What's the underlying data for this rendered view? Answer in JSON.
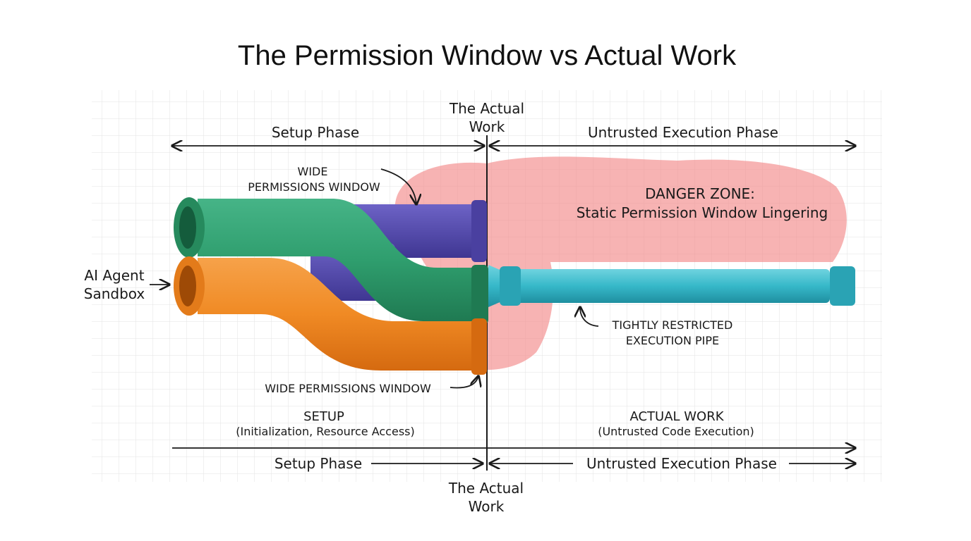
{
  "title": "The Permission Window vs Actual Work",
  "top": {
    "actual_work_line1": "The Actual",
    "actual_work_line2": "Work",
    "setup_phase": "Setup Phase",
    "untrusted_phase": "Untrusted Execution Phase"
  },
  "labels": {
    "wide_window_top_line1": "WIDE",
    "wide_window_top_line2": "PERMISSIONS WINDOW",
    "danger_line1": "DANGER ZONE:",
    "danger_line2": "Static Permission Window Lingering",
    "agent_line1": "AI Agent",
    "agent_line2": "Sandbox",
    "restricted_line1": "TIGHTLY RESTRICTED",
    "restricted_line2": "EXECUTION PIPE",
    "wide_window_bottom": "WIDE PERMISSIONS WINDOW"
  },
  "bottom": {
    "setup_title": "SETUP",
    "setup_sub": "(Initialization, Resource Access)",
    "actual_title": "ACTUAL WORK",
    "actual_sub": "(Untrusted Code Execution)",
    "setup_phase": "Setup Phase",
    "untrusted_phase": "Untrusted Execution Phase",
    "actual_work_line1": "The Actual",
    "actual_work_line2": "Work"
  },
  "colors": {
    "green_pipe": "#2f9e6e",
    "purple_pipe": "#5a4fb3",
    "orange_pipe": "#f08a24",
    "teal_pipe": "#36b8c9",
    "danger_zone": "#f28b8b",
    "grid": "#e3e3e3"
  }
}
